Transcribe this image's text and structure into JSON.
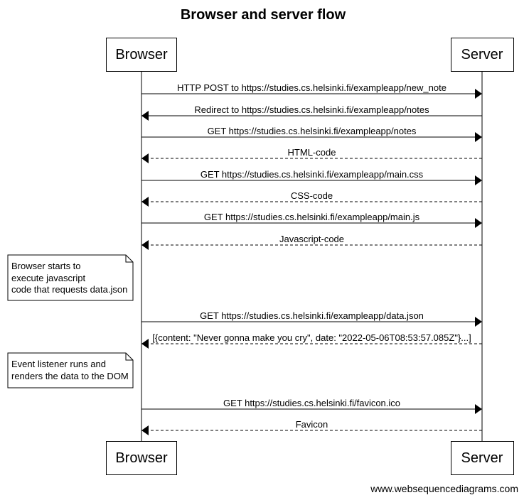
{
  "diagram": {
    "title": "Browser and server flow",
    "footer": "www.websequencediagrams.com",
    "participants": [
      "Browser",
      "Server"
    ],
    "messages": [
      {
        "label": "HTTP POST to https://studies.cs.helsinki.fi/exampleapp/new_note",
        "from": "Browser",
        "to": "Server",
        "style": "solid"
      },
      {
        "label": "Redirect to https://studies.cs.helsinki.fi/exampleapp/notes",
        "from": "Server",
        "to": "Browser",
        "style": "solid"
      },
      {
        "label": "GET https://studies.cs.helsinki.fi/exampleapp/notes",
        "from": "Browser",
        "to": "Server",
        "style": "solid"
      },
      {
        "label": "HTML-code",
        "from": "Server",
        "to": "Browser",
        "style": "dashed"
      },
      {
        "label": "GET https://studies.cs.helsinki.fi/exampleapp/main.css",
        "from": "Browser",
        "to": "Server",
        "style": "solid"
      },
      {
        "label": "CSS-code",
        "from": "Server",
        "to": "Browser",
        "style": "dashed"
      },
      {
        "label": "GET https://studies.cs.helsinki.fi/exampleapp/main.js",
        "from": "Browser",
        "to": "Server",
        "style": "solid"
      },
      {
        "label": "Javascript-code",
        "from": "Server",
        "to": "Browser",
        "style": "dashed"
      },
      {
        "label": "GET https://studies.cs.helsinki.fi/exampleapp/data.json",
        "from": "Browser",
        "to": "Server",
        "style": "solid"
      },
      {
        "label": "[{content: \"Never gonna make you cry\", date: \"2022-05-06T08:53:57.085Z\"}...]",
        "from": "Server",
        "to": "Browser",
        "style": "dashed"
      },
      {
        "label": "GET https://studies.cs.helsinki.fi/favicon.ico",
        "from": "Browser",
        "to": "Server",
        "style": "solid"
      },
      {
        "label": "Favicon",
        "from": "Server",
        "to": "Browser",
        "style": "dashed"
      }
    ],
    "notes": [
      {
        "text": "Browser starts to\nexecute javascript\ncode that requests data.json",
        "side": "left of Browser"
      },
      {
        "text": "Event listener runs and\nrenders the data to the DOM",
        "side": "left of Browser"
      }
    ]
  }
}
